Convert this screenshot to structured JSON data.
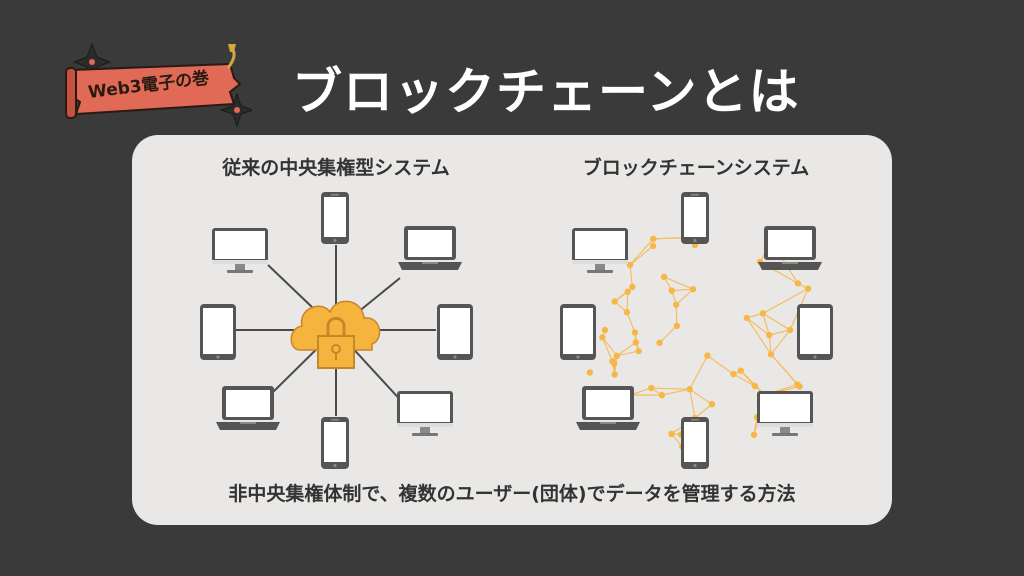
{
  "badge": {
    "text": "Web3電子の巻"
  },
  "title": "ブロックチェーンとは",
  "left_diagram": {
    "heading": "従来の中央集権型システム"
  },
  "right_diagram": {
    "heading": "ブロックチェーンシステム"
  },
  "caption": "非中央集権体制で、複数のユーザー(団体)でデータを管理する方法",
  "colors": {
    "background": "#3a3a3a",
    "panel": "#e9e8e6",
    "badge": "#e06a55",
    "cloud": "#f4b43e",
    "network": "#f7b747",
    "device": "#5a5a5a"
  }
}
